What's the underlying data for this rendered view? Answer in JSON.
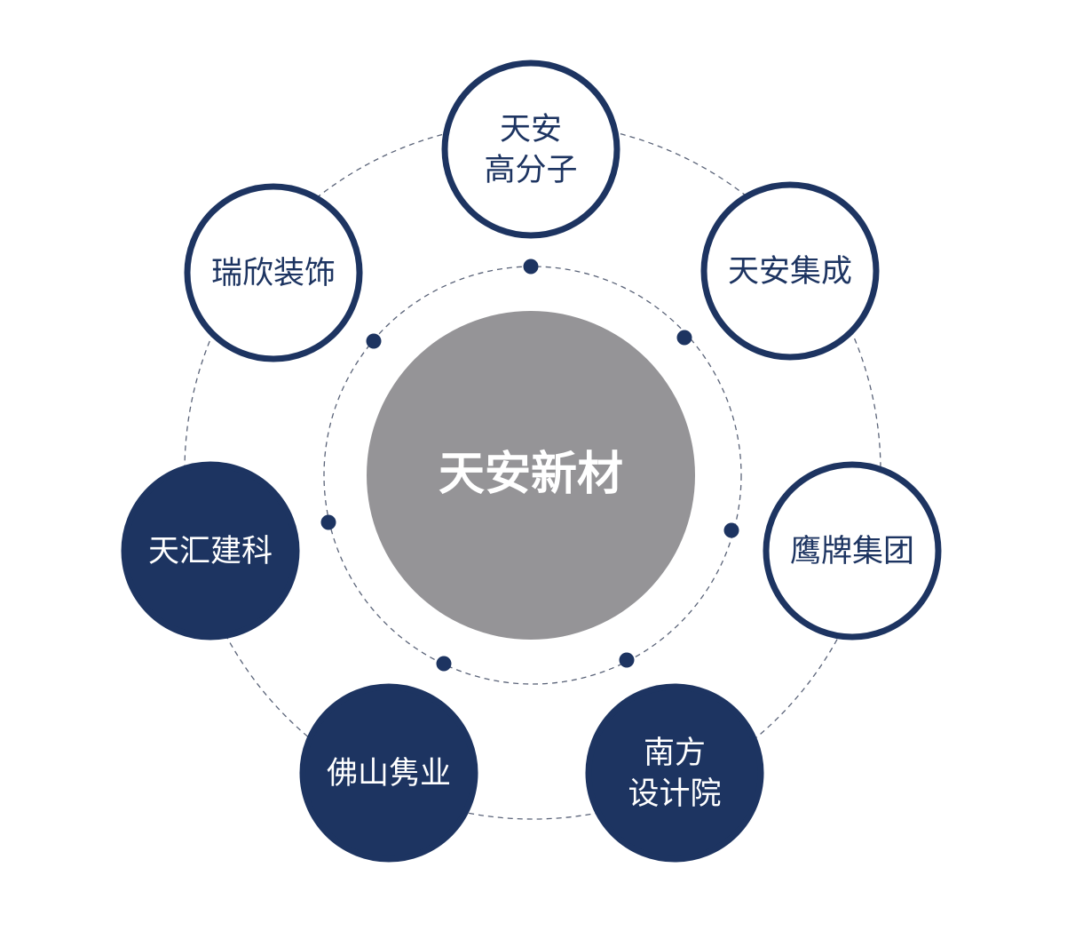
{
  "center": {
    "label": "天安新材"
  },
  "nodes": [
    {
      "id": "tianan-polymer",
      "lines": [
        "天安",
        "高分子"
      ],
      "style": "outline"
    },
    {
      "id": "tianan-integration",
      "lines": [
        "天安集成"
      ],
      "style": "outline"
    },
    {
      "id": "yingpai-group",
      "lines": [
        "鹰牌集团"
      ],
      "style": "outline"
    },
    {
      "id": "nanfang-design",
      "lines": [
        "南方",
        "设计院"
      ],
      "style": "filled"
    },
    {
      "id": "foshan-juanye",
      "lines": [
        "佛山隽业"
      ],
      "style": "filled"
    },
    {
      "id": "tianhui-building",
      "lines": [
        "天汇建科"
      ],
      "style": "filled"
    },
    {
      "id": "ruixin-decoration",
      "lines": [
        "瑞欣装饰"
      ],
      "style": "outline"
    }
  ],
  "colors": {
    "navy": "#1d3461",
    "center_gray": "#959497",
    "dashed_line": "#5a6378",
    "background": "#ffffff"
  }
}
